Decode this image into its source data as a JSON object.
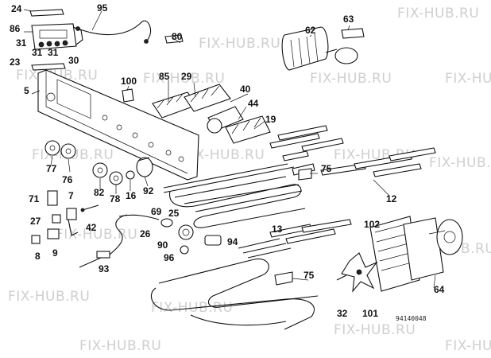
{
  "watermark": "FIX-HUB.RU",
  "drawing_code": "94140048",
  "callouts": [
    "24",
    "95",
    "86",
    "31",
    "31",
    "31",
    "30",
    "23",
    "80",
    "63",
    "62",
    "5",
    "100",
    "85",
    "29",
    "40",
    "44",
    "19",
    "77",
    "76",
    "82",
    "78",
    "16",
    "92",
    "75",
    "71",
    "7",
    "27",
    "42",
    "8",
    "9",
    "69",
    "25",
    "26",
    "90",
    "94",
    "13",
    "96",
    "93",
    "12",
    "102",
    "75",
    "32",
    "101",
    "64"
  ]
}
